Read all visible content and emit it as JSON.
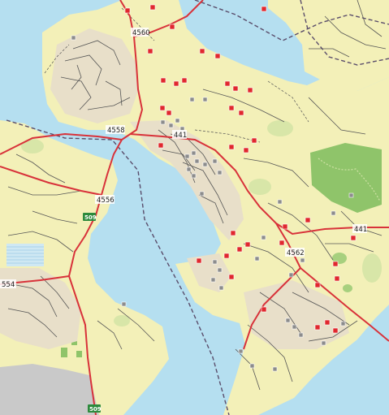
{
  "colors": {
    "water": "#b5dff0",
    "land": "#f3f0b8",
    "land_green": "#d8e6a8",
    "urban": "#e8dfc9",
    "industrial": "#c9c9c9",
    "main_road": "#d8323a",
    "minor_road": "#555555",
    "boundary": "#5a4d6b",
    "poi_red": "#e0282e",
    "poi_gray": "#8c8c8c",
    "forest": "#8fc46a",
    "shield_green": "#2c8a3c"
  },
  "road_labels": {
    "r4560": "4560",
    "r4558": "4558",
    "r441_top": "441",
    "r4556": "4556",
    "r509_top": "509",
    "r441_right": "441",
    "r4562": "4562",
    "r554": "554",
    "r509_bottom": "509"
  }
}
